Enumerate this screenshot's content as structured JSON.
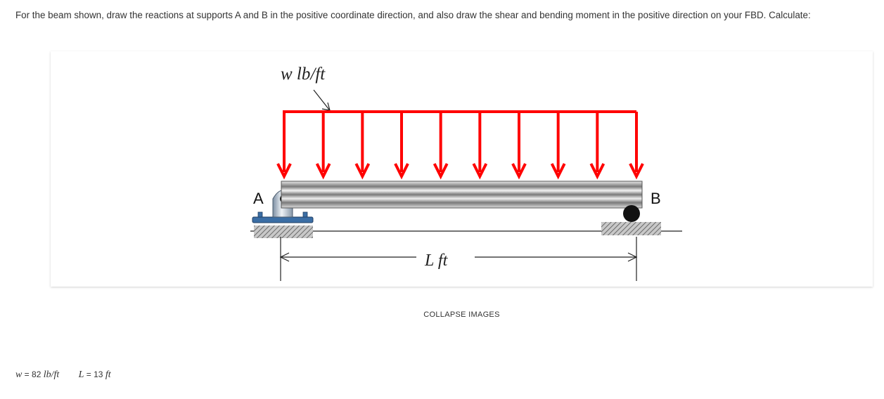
{
  "question": {
    "prompt": "For the beam shown, draw the reactions at supports A and B in the positive coordinate direction, and also draw the shear and bending moment in the positive direction on your FBD. Calculate:"
  },
  "figure": {
    "load_label": "w lb/ft",
    "span_label": "L ft",
    "support_a_label": "A",
    "support_b_label": "B",
    "load_color": "#ff0000",
    "beam_color": "#8a8a8a",
    "support_color": "#3b6ea5"
  },
  "controls": {
    "collapse_label": "COLLAPSE IMAGES"
  },
  "params": {
    "w": {
      "symbol": "w",
      "value": "82",
      "unit": "lb/ft"
    },
    "L": {
      "symbol": "L",
      "value": "13",
      "unit": "ft"
    }
  }
}
